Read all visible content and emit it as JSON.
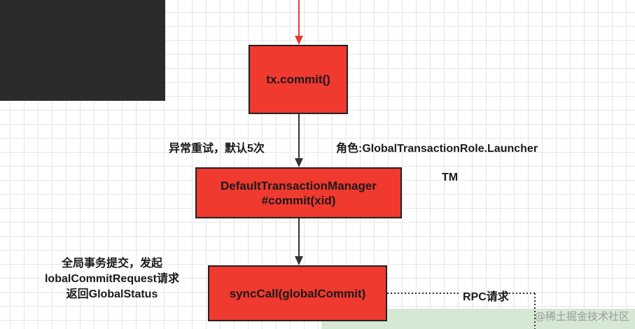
{
  "nodes": {
    "commit": {
      "label": "tx.commit()"
    },
    "manager": {
      "line1": "DefaultTransactionManager",
      "line2": "#commit(xid)"
    },
    "sync_call": {
      "label": "syncCall(globalCommit)"
    }
  },
  "labels": {
    "retry": "异常重试，默认5次",
    "role": "角色:GlobalTransactionRole.Launcher",
    "tm": "TM",
    "commit_note": [
      "全局事务提交，发起",
      "lobalCommitRequest请求",
      "返回GlobalStatus"
    ],
    "rpc": "RPC请求"
  },
  "watermark": "@稀土掘金技术社区",
  "colors": {
    "node_fill": "#f0392f",
    "incoming_arrow": "#e53935",
    "arrow": "#333333",
    "panel_dark": "#2b2b2b",
    "panel_green": "#d5e8d4"
  }
}
